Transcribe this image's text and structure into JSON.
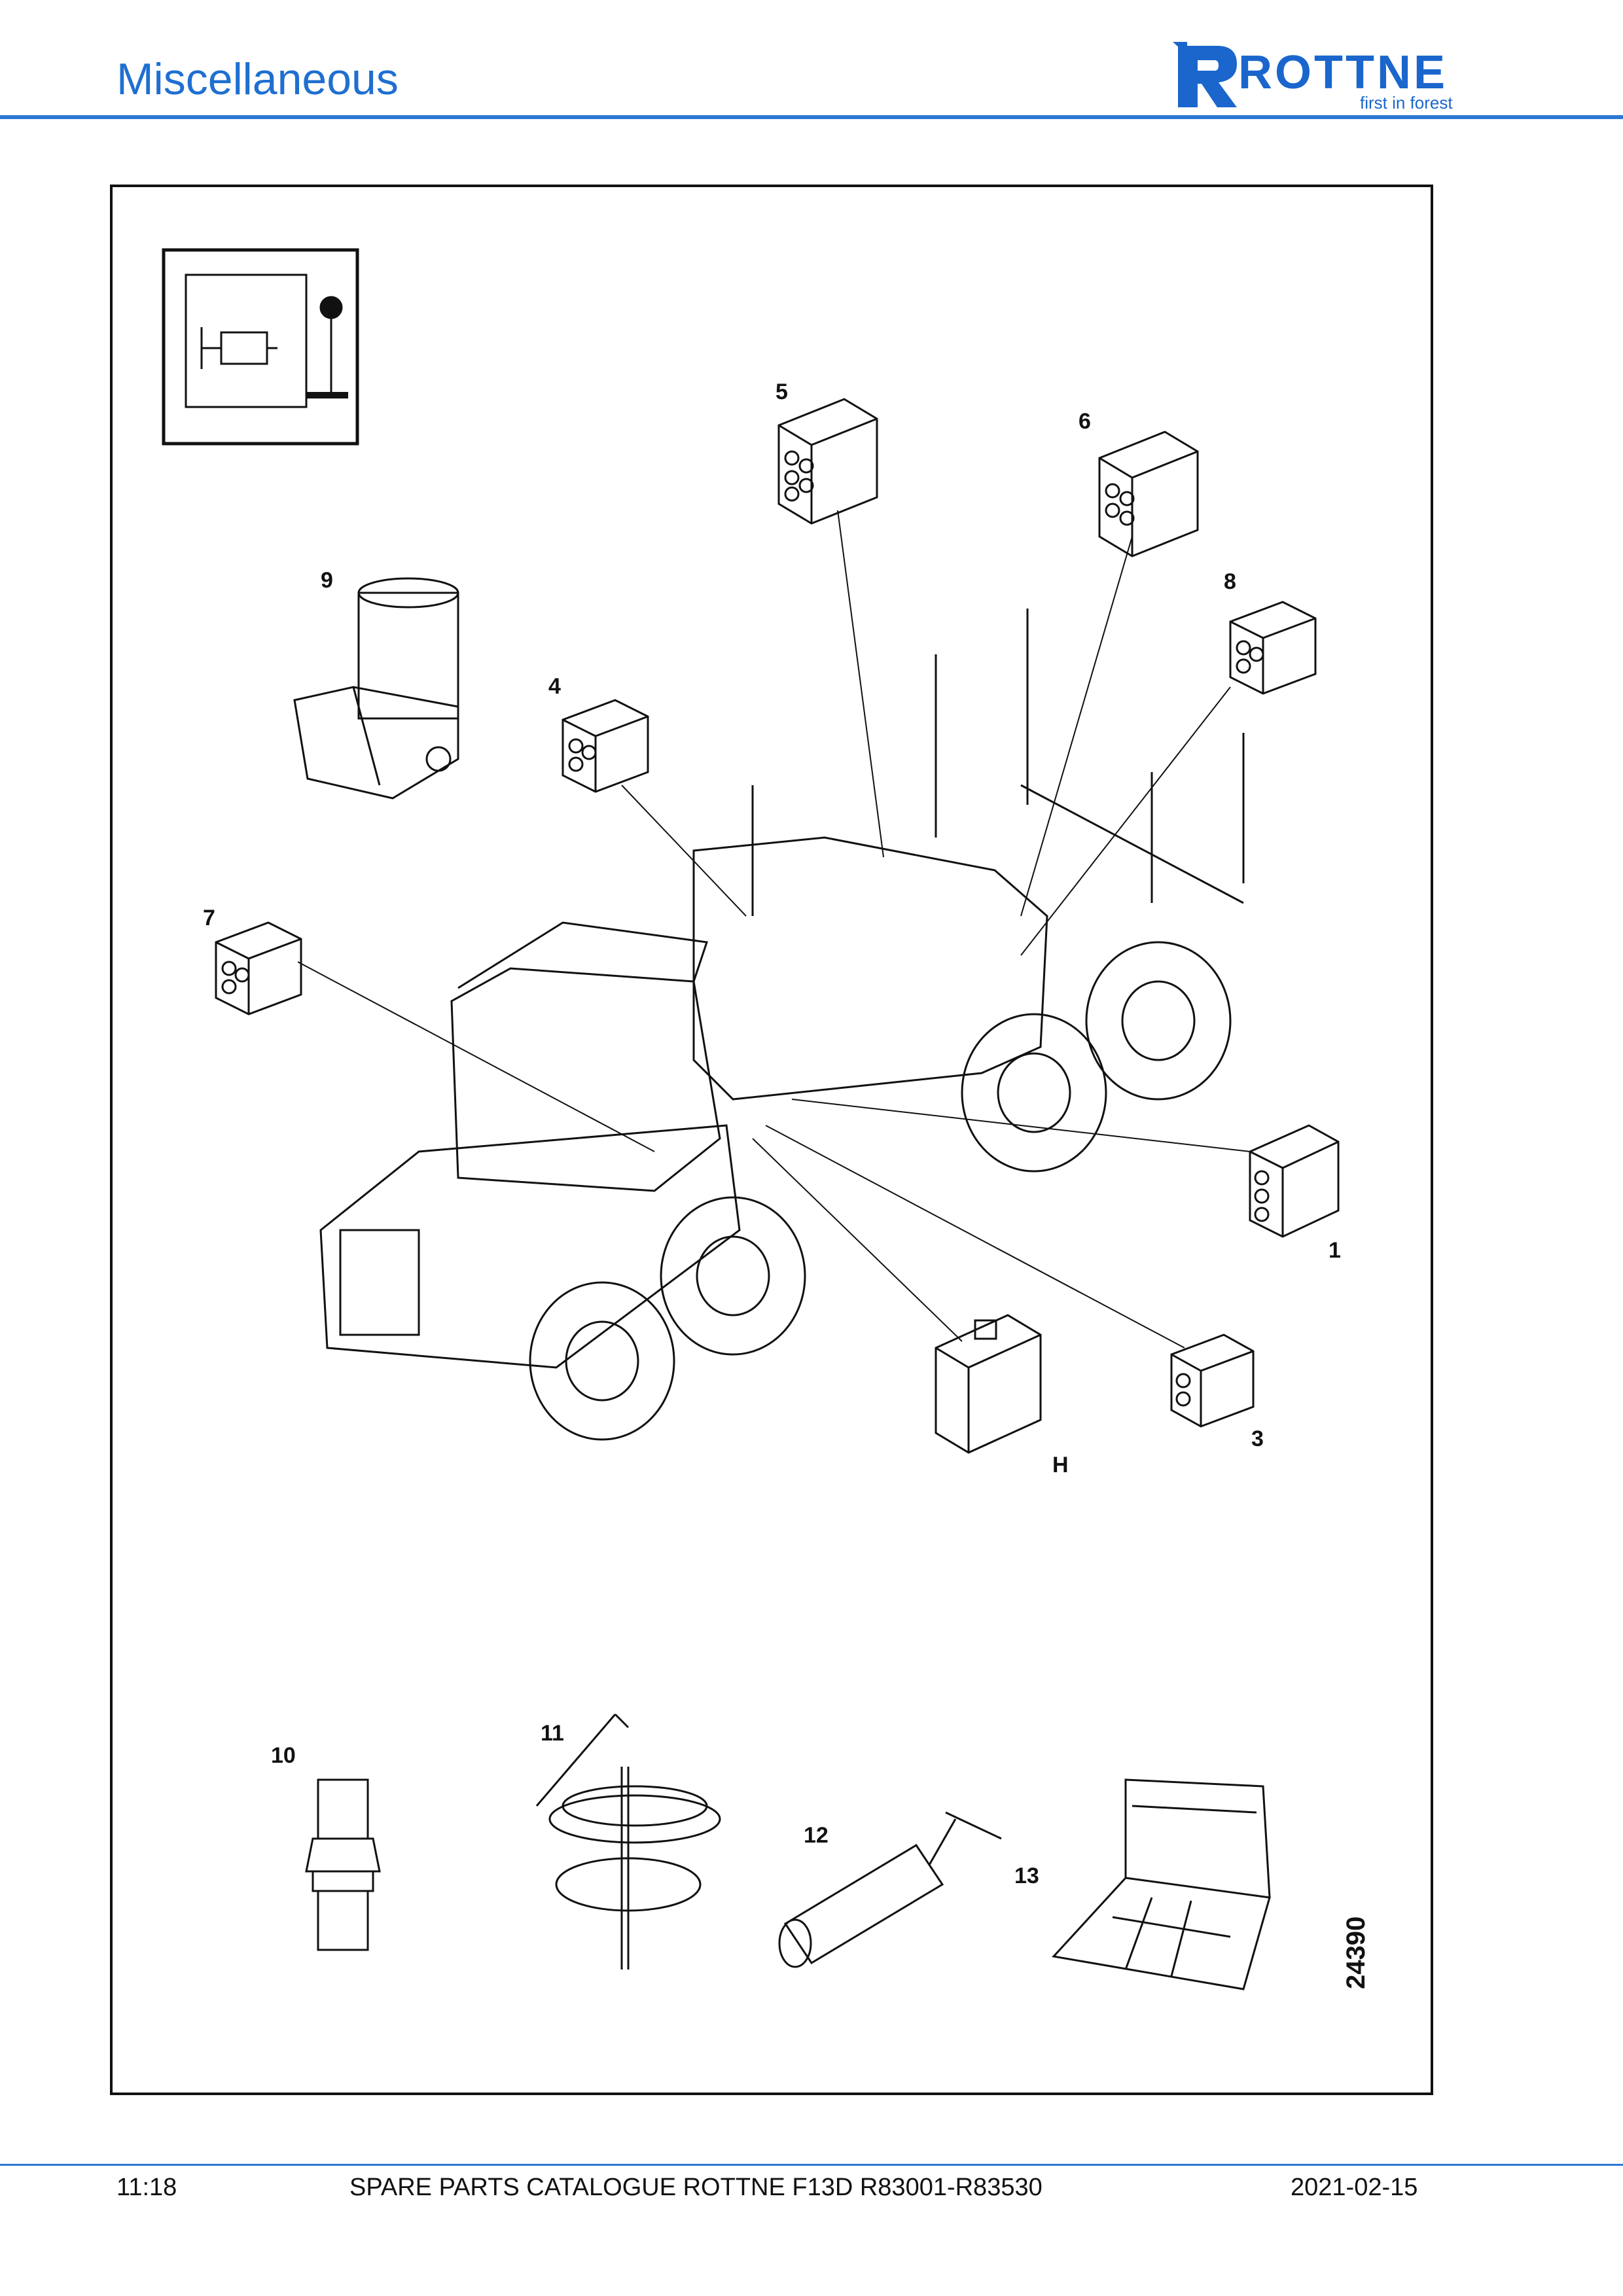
{
  "header": {
    "title": "Miscellaneous",
    "brand": "ROTTNE",
    "brand_tagline": "first in forest",
    "brand_color": "#1a66cc"
  },
  "figure": {
    "illustration_number": "24390",
    "callouts": {
      "c1": "1",
      "c3": "3",
      "c4": "4",
      "c5": "5",
      "c6": "6",
      "c7": "7",
      "c8": "8",
      "c9": "9",
      "c10": "10",
      "c11": "11",
      "c12": "12",
      "c13": "13",
      "cH": "H"
    }
  },
  "footer": {
    "page": "11:18",
    "catalogue": "SPARE PARTS CATALOGUE ROTTNE F13D R83001-R83530",
    "date": "2021-02-15"
  }
}
